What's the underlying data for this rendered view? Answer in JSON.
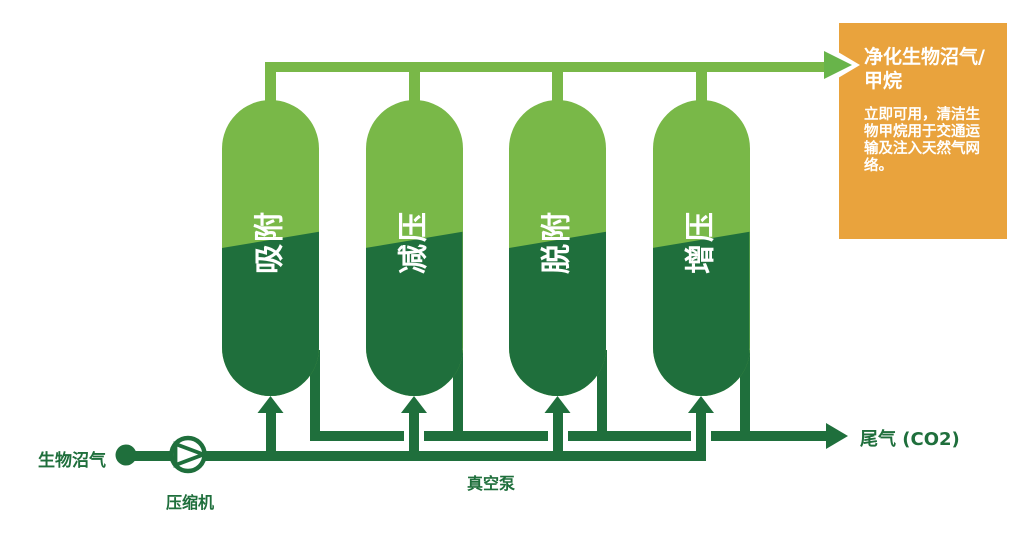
{
  "diagram_title_implicit": "PSA biogas upgrading process",
  "colors": {
    "light_green": "#79b848",
    "dark_green": "#1f6f3c",
    "orange": "#e9a33d",
    "product_arrow_green": "#68b44a",
    "text_on_orange": "#ffffff",
    "vessel_label_text": "#ffffff"
  },
  "vessels": [
    {
      "label": "吸附"
    },
    {
      "label": "减压"
    },
    {
      "label": "脱附"
    },
    {
      "label": "增压"
    }
  ],
  "product_box": {
    "title": "净化生物沼气/\n甲烷",
    "description": "立即可用，清洁生\n物甲烷用于交通运\n输及注入天然气网\n络。"
  },
  "stream_labels": {
    "biogas_in": "生物沼气",
    "compressor": "压缩机",
    "vacuum_pump": "真空泵",
    "tail_gas": "尾气 (CO2)"
  }
}
